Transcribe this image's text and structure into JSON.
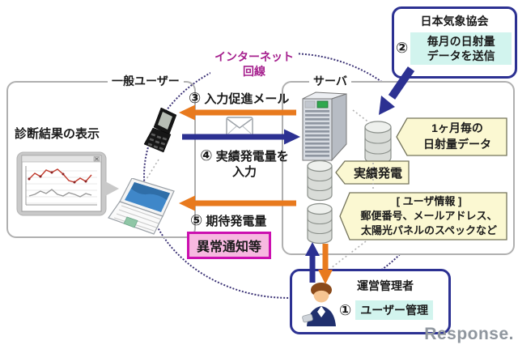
{
  "user_area": {
    "label": "一般ユーザー",
    "result_label": "診断結果の表示"
  },
  "server_area": {
    "label": "サーバ",
    "db_solar": {
      "line1": "1ヶ月毎の",
      "line2": "日射量データ"
    },
    "db_actual": "実績発電",
    "db_user": {
      "line1": "[ ユーザ情報 ]",
      "line2": "郵便番号、メールアドレス、",
      "line3": "太陽光パネルのスペックなど"
    }
  },
  "weather_box": {
    "title": "日本気象協会",
    "step_no": "②",
    "line1": "毎月の日射量",
    "line2": "データを送信"
  },
  "admin_box": {
    "title": "運営管理者",
    "step_no": "①",
    "label": "ユーザー管理"
  },
  "flows": {
    "internet": {
      "line1": "インターネット",
      "line2": "回線"
    },
    "step3": {
      "no": "③",
      "label": "入力促進メール"
    },
    "step4": {
      "no": "④",
      "line1": "実績発電量を",
      "line2": "入力"
    },
    "step5": {
      "no": "⑤",
      "label": "期待発電量"
    },
    "alert": "異常通知等"
  },
  "colors": {
    "orange": "#e87a1e",
    "navy": "#2c3192",
    "magenta": "#a6218e",
    "cyan_bg": "#d2f4ee",
    "yellow_bg": "#fbf8d2",
    "pink_bg": "#f7b8e0",
    "pink_border": "#cc10b0"
  },
  "watermark": "Response."
}
